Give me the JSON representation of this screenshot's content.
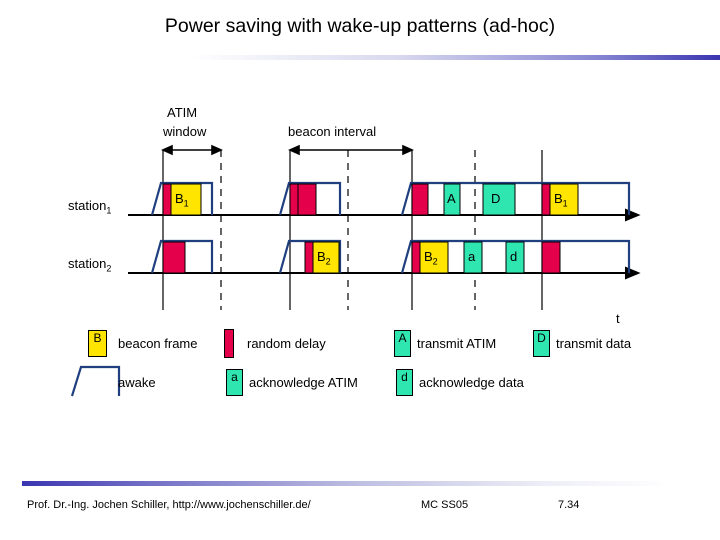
{
  "slide": {
    "title": "Power saving with wake-up patterns (ad-hoc)",
    "accent_color": "#3a35b0"
  },
  "footer": {
    "author": "Prof. Dr.-Ing. Jochen Schiller, http://www.jochenschiller.de/",
    "course": "MC SS05",
    "page": "7.34"
  },
  "diagram": {
    "annotations": {
      "atim_line1": "ATIM",
      "atim_line2": "window",
      "beacon_interval": "beacon interval",
      "time_axis": "t"
    },
    "rows": [
      {
        "id": "station1",
        "label": "station",
        "sub": "1"
      },
      {
        "id": "station2",
        "label": "station",
        "sub": "2"
      }
    ],
    "colors": {
      "beacon": "#ffe500",
      "random_delay": "#e4004b",
      "atim": "#2fe5b0",
      "envelope_line": "#1f3f7f",
      "axis": "#000000",
      "grid": "#000000"
    },
    "station1_blocks": [
      {
        "kind": "random-delay",
        "label": ""
      },
      {
        "kind": "beacon",
        "label": "B",
        "sub": "1"
      },
      {
        "kind": "random-delay",
        "label": ""
      },
      {
        "kind": "random-delay",
        "label": ""
      },
      {
        "kind": "atim",
        "label": "A"
      },
      {
        "kind": "atim",
        "label": "D"
      },
      {
        "kind": "random-delay",
        "label": ""
      },
      {
        "kind": "beacon",
        "label": "B",
        "sub": "1"
      }
    ],
    "station2_blocks": [
      {
        "kind": "random-delay",
        "label": ""
      },
      {
        "kind": "random-delay",
        "label": ""
      },
      {
        "kind": "beacon",
        "label": "B",
        "sub": "2"
      },
      {
        "kind": "random-delay",
        "label": ""
      },
      {
        "kind": "beacon",
        "label": "B",
        "sub": "2"
      },
      {
        "kind": "atim",
        "label": "a"
      },
      {
        "kind": "atim",
        "label": "d"
      },
      {
        "kind": "random-delay",
        "label": ""
      }
    ]
  },
  "legend": {
    "items": [
      {
        "id": "beacon-frame",
        "glyph": "B",
        "text": "beacon frame",
        "color": "#ffe500"
      },
      {
        "id": "random-delay",
        "glyph": "",
        "text": "random delay",
        "color": "#e4004b"
      },
      {
        "id": "transmit-atim",
        "glyph": "A",
        "text": "transmit ATIM",
        "color": "#2fe5b0"
      },
      {
        "id": "transmit-data",
        "glyph": "D",
        "text": "transmit data",
        "color": "#2fe5b0"
      },
      {
        "id": "awake",
        "glyph": "",
        "text": "awake",
        "color": "#ffffff"
      },
      {
        "id": "acknowledge-atim",
        "glyph": "a",
        "text": "acknowledge ATIM",
        "color": "#2fe5b0"
      },
      {
        "id": "acknowledge-data",
        "glyph": "d",
        "text": "acknowledge data",
        "color": "#2fe5b0"
      }
    ]
  }
}
